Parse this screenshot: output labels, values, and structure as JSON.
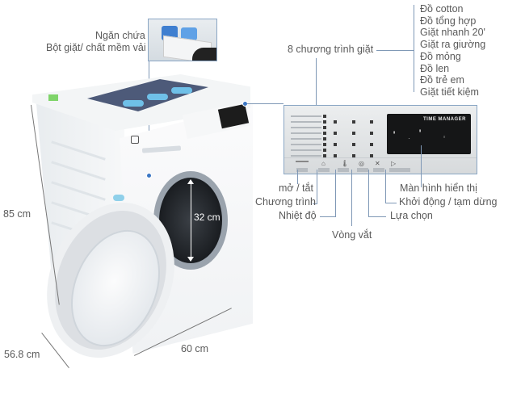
{
  "title": "Electrolux front-load washing machine feature diagram",
  "callouts": {
    "detergent_drawer": {
      "line1": "Ngăn chứa",
      "line2": "Bột giặt/ chất mềm vải"
    },
    "programs": {
      "label": "8 chương trình giặt",
      "items": [
        "Đồ cotton",
        "Đồ tổng hợp",
        "Giặt nhanh 20'",
        "Giặt ra giường",
        "Đồ mỏng",
        "Đồ len",
        "Đồ trẻ em",
        "Giặt tiết kiệm"
      ]
    },
    "power": "mở / tắt",
    "program": "Chương trình",
    "temperature": "Nhiệt độ",
    "spin": "Vòng vắt",
    "options": "Lựa chọn",
    "start_pause": "Khởi động / tạm dừng",
    "display": "Màn hình hiển thị"
  },
  "dimensions": {
    "height": "85 cm",
    "depth": "56.8 cm",
    "width": "60 cm",
    "door_opening": "32 cm"
  },
  "panel": {
    "display_title": "TIME MANAGER"
  },
  "colors": {
    "callout_line": "#7f98b6",
    "callout_dot": "#3b76c4",
    "text": "#5a5a5a",
    "display_bg": "#151617"
  }
}
